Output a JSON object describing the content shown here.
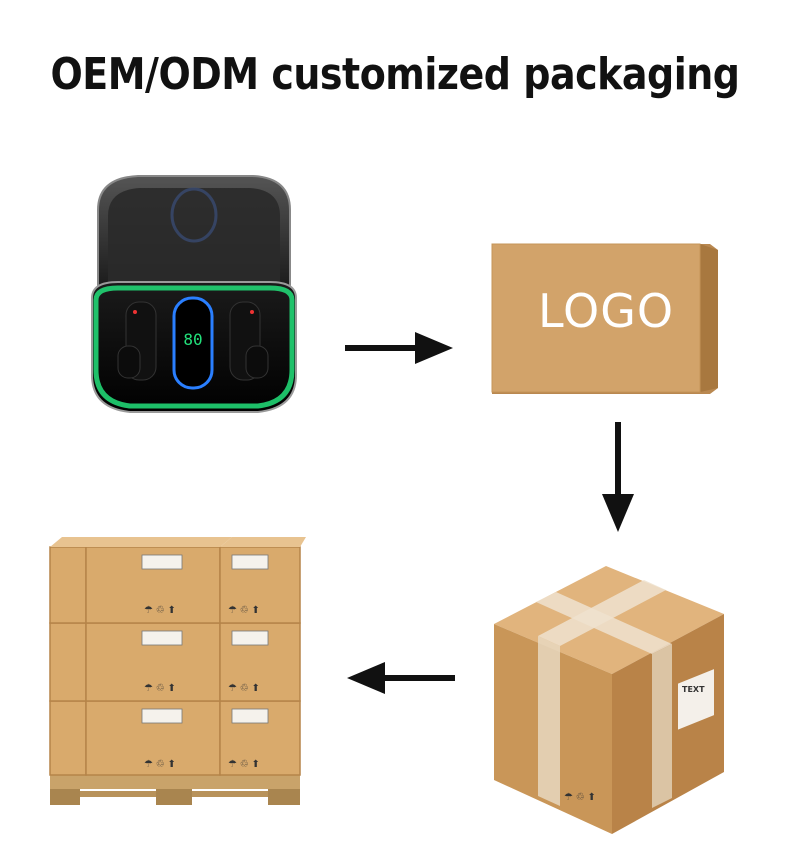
{
  "header": {
    "title": "OEM/ODM customized packaging"
  },
  "earbuds": {
    "display_value": "80",
    "glow_color": "#22e07a",
    "display_color": "#2a7fff"
  },
  "logo_box": {
    "text": "LOGO"
  },
  "shipping_box": {
    "label": "TEXT"
  },
  "colors": {
    "cardboard": "#d2a36a",
    "cardboard_dark": "#b98850",
    "tape": "#efe2cf",
    "arrow": "#111111"
  },
  "icons": {
    "right_arrow": "arrow-right-icon",
    "down_arrow": "arrow-down-icon",
    "left_arrow": "arrow-left-icon"
  }
}
